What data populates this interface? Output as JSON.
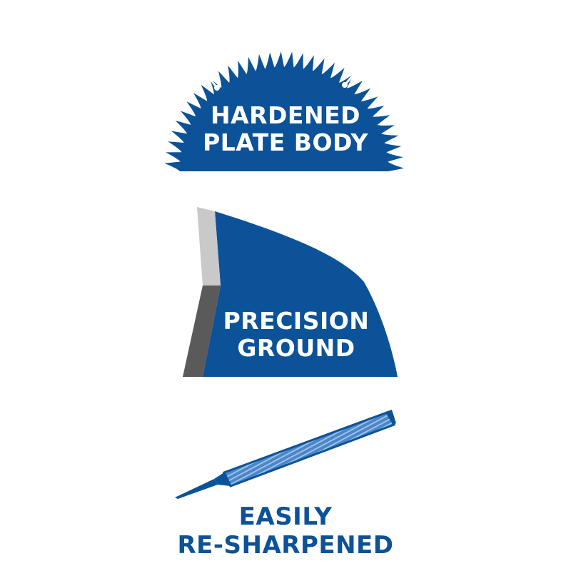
{
  "colors": {
    "brand_blue": "#0c5299",
    "steel_light": "#c9c9c9",
    "steel_dark": "#5a5a5a",
    "white": "#ffffff"
  },
  "features": [
    {
      "icon": "saw-blade-icon",
      "lines": [
        "HARDENED",
        "PLATE BODY"
      ]
    },
    {
      "icon": "ground-tooth-icon",
      "lines": [
        "PRECISION",
        "GROUND"
      ]
    },
    {
      "icon": "file-tool-icon",
      "lines": [
        "EASILY",
        "RE-SHARPENED"
      ]
    }
  ]
}
